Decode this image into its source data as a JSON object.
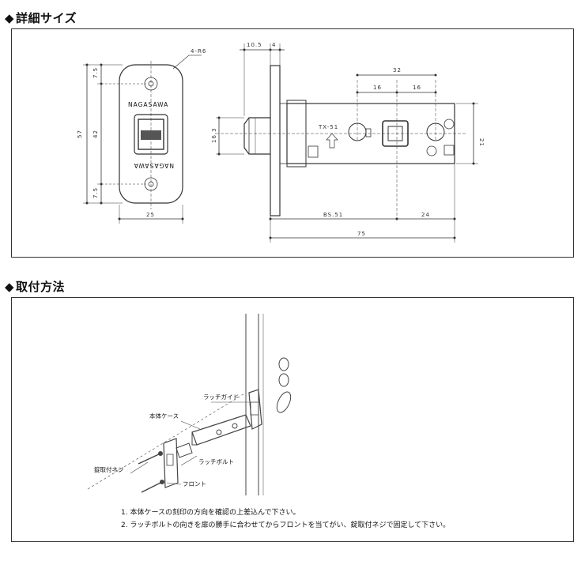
{
  "sections": {
    "dimensions": {
      "marker": "◆",
      "title": "詳細サイズ"
    },
    "installation": {
      "marker": "◆",
      "title": "取付方法"
    }
  },
  "front_view": {
    "radius_label": "4-R6",
    "brand_top": "NAGASAWA",
    "brand_bottom": "NAGASAWA",
    "dim_total_height": "57",
    "dim_top": "7.5",
    "dim_middle": "42",
    "dim_bottom": "7.5",
    "dim_width": "25"
  },
  "side_view": {
    "dim_plate_offset": "10.5",
    "dim_plate_thickness": "4",
    "dim_latch_height": "16.3",
    "dim_hole_span": "32",
    "dim_hole_left": "16",
    "dim_hole_right": "16",
    "dim_case_height": "21",
    "model_label": "TX-51",
    "dim_backset": "BS.51",
    "dim_rear": "24",
    "dim_total_length": "75"
  },
  "parts": {
    "latch_guide": "ラッチガイド",
    "body_case": "本体ケース",
    "latch_bolt": "ラッチボルト",
    "screw": "錠取付ネジ",
    "front": "フロント"
  },
  "notes": [
    "1. 本体ケースの刻印の方向を確認の上差込んで下さい。",
    "2. ラッチボルトの向きを扉の勝手に合わせてからフロントを当てがい、錠取付ネジで固定して下さい。"
  ]
}
